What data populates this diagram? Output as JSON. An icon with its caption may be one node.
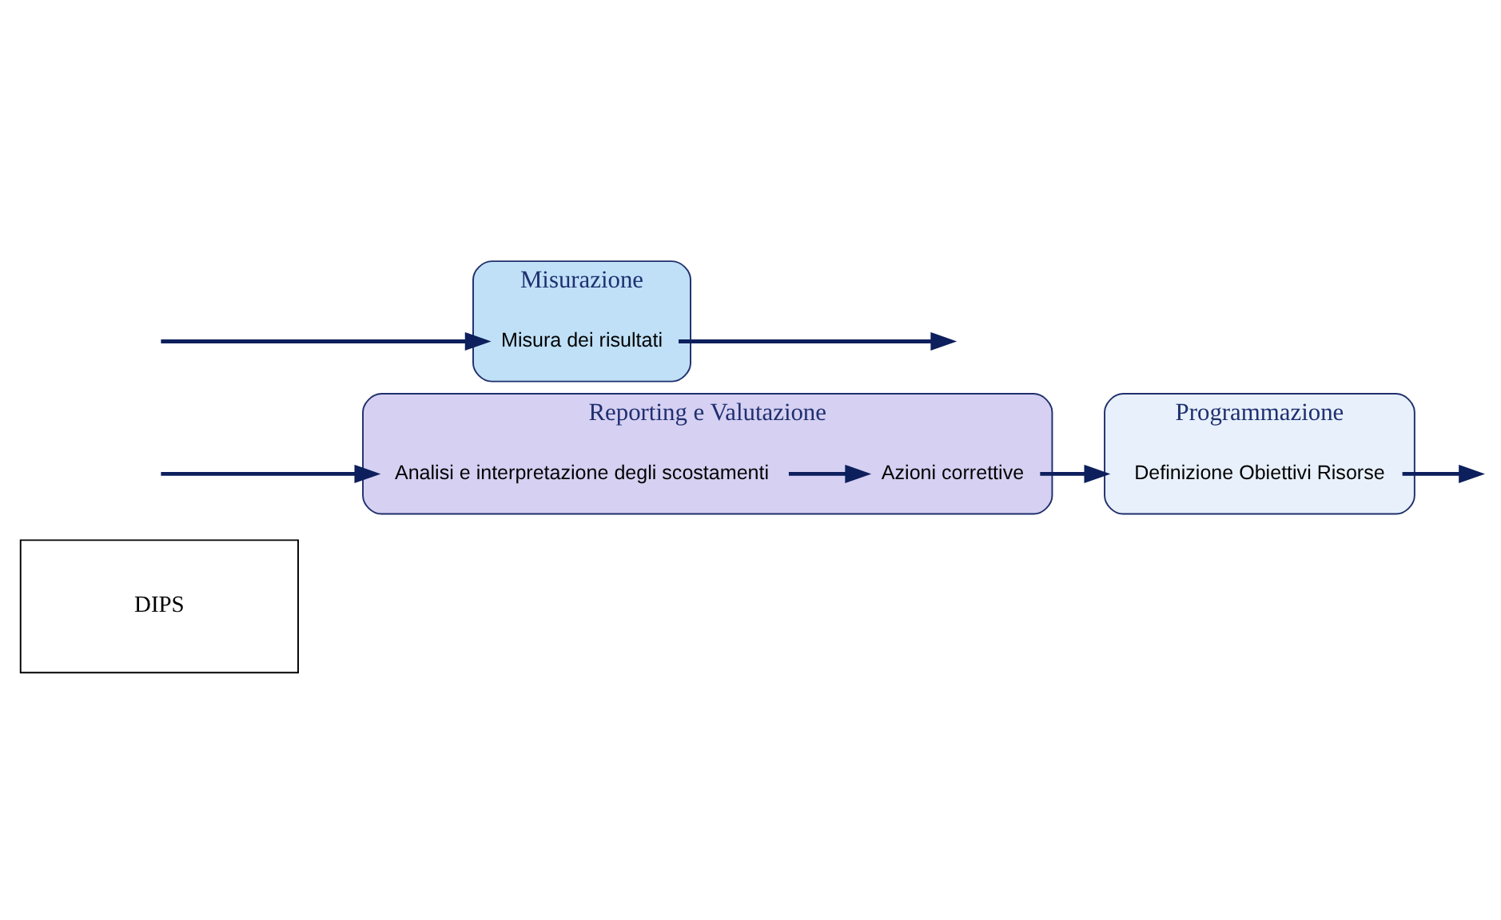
{
  "diagram": {
    "nodes": [
      {
        "text": [
          "DIPS"
        ]
      },
      {
        "text": [
          "Programmazione"
        ]
      },
      {
        "text": [
          "Definizione Obiettivi Risorse"
        ],
        "in": 1
      },
      {
        "text": [
          "Misurazione"
        ]
      },
      {
        "text": [
          "Misura dei risultati"
        ],
        "in": 3
      },
      {
        "text": [
          "Reporting e Valutazione"
        ]
      },
      {
        "text": [
          "Azioni correttive"
        ],
        "in": 5
      },
      {
        "text": [
          "Analisi e interpretazione degli scostamenti"
        ],
        "in": 5
      }
    ],
    "edges": [
      {
        "from": 2,
        "to": null,
        "arrow": "to"
      },
      {
        "from": null,
        "to": 4,
        "arrow": "to"
      },
      {
        "from": 4,
        "to": null,
        "arrow": "to"
      },
      {
        "from": null,
        "to": 7,
        "arrow": "to"
      },
      {
        "from": 7,
        "to": 6,
        "arrow": "to"
      },
      {
        "from": 6,
        "to": 1,
        "arrow": "to"
      }
    ]
  }
}
